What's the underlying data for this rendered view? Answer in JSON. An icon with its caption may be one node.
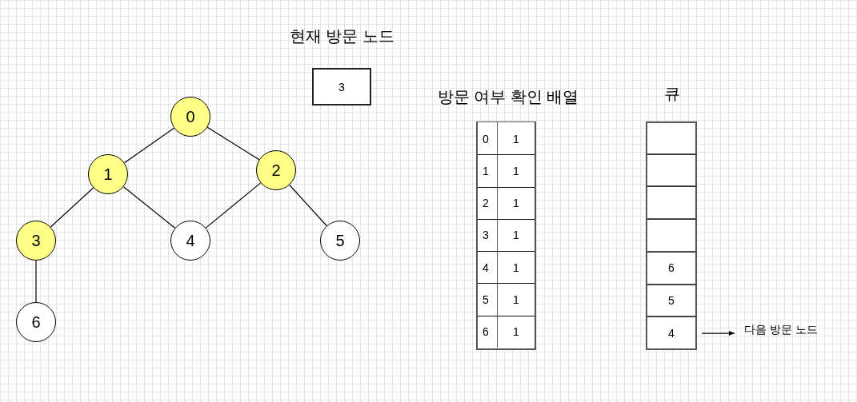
{
  "diagram": {
    "nodes": [
      {
        "text": [
          "0"
        ]
      },
      {
        "text": [
          "1"
        ]
      },
      {
        "text": [
          "2"
        ]
      },
      {
        "text": [
          "3"
        ]
      },
      {
        "text": [
          "4"
        ]
      },
      {
        "text": [
          "5"
        ]
      },
      {
        "text": [
          "6"
        ]
      },
      {
        "text": [
          "현재 방문 노드",
          "3"
        ]
      },
      {
        "text": [
          "방문 여부 확인 배열"
        ]
      },
      {
        "text": [
          "큐"
        ]
      },
      {
        "text": [],
        "shape": "box",
        "in": 9
      },
      {
        "text": [],
        "shape": "box",
        "in": 9
      },
      {
        "text": [],
        "shape": "box",
        "in": 9
      },
      {
        "text": [],
        "shape": "box",
        "in": 9
      },
      {
        "text": [
          "6"
        ],
        "in": 9
      },
      {
        "text": [
          "5"
        ],
        "in": 9
      },
      {
        "text": [
          "4"
        ],
        "in": 9
      },
      {
        "text": [
          "다음 방문 노드"
        ]
      }
    ],
    "edges": [
      {
        "from": 0,
        "to": 1,
        "arrow": "none"
      },
      {
        "from": 0,
        "to": 2,
        "arrow": "none"
      },
      {
        "from": 1,
        "to": 3,
        "arrow": "none"
      },
      {
        "from": 1,
        "to": 4,
        "arrow": "none"
      },
      {
        "from": 2,
        "to": 4,
        "arrow": "none"
      },
      {
        "from": 2,
        "to": 5,
        "arrow": "none"
      },
      {
        "from": 3,
        "to": 6,
        "arrow": "none"
      },
      {
        "from": 16,
        "to": 17,
        "arrow": "to"
      }
    ],
    "labels": [
      "0",
      "1",
      "1",
      "1",
      "2",
      "1",
      "3",
      "1",
      "4",
      "1",
      "5",
      "1",
      "6",
      "1"
    ]
  }
}
